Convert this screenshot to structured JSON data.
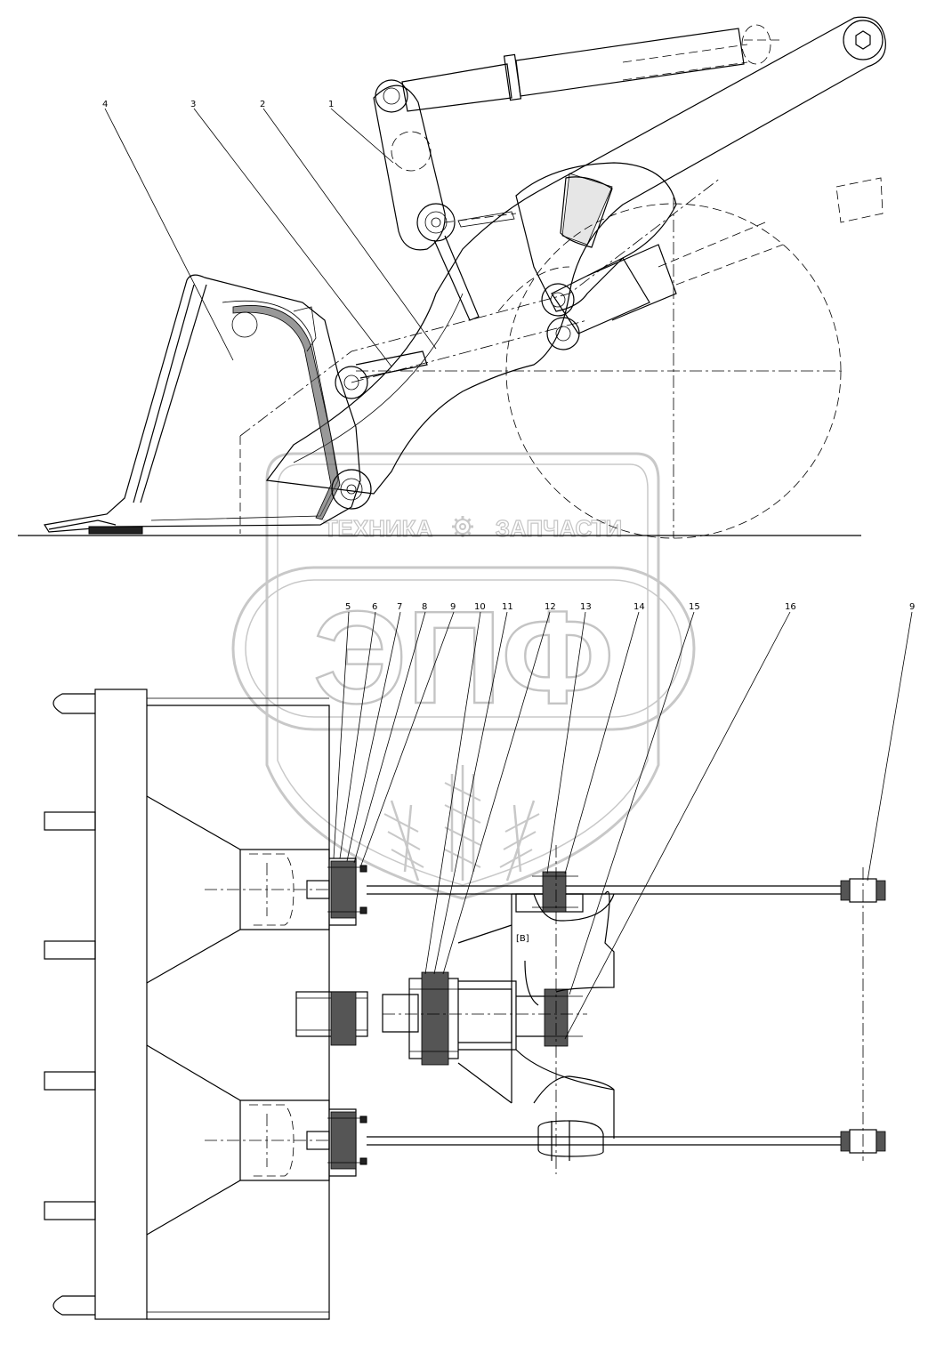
{
  "callouts": {
    "top": [
      {
        "label": "4"
      },
      {
        "label": "3"
      },
      {
        "label": "2"
      },
      {
        "label": "1"
      }
    ],
    "bottom": [
      {
        "label": "5"
      },
      {
        "label": "6"
      },
      {
        "label": "7"
      },
      {
        "label": "8"
      },
      {
        "label": "9"
      },
      {
        "label": "10"
      },
      {
        "label": "11"
      },
      {
        "label": "12"
      },
      {
        "label": "13"
      },
      {
        "label": "14"
      },
      {
        "label": "15"
      },
      {
        "label": "16"
      },
      {
        "label": "9"
      }
    ],
    "inline_marker": "B"
  },
  "watermark": {
    "line1": "ТЕХНИКА",
    "line2": "ЗАПЧАСТИ",
    "big": "ЭПФ",
    "gear_icon": "gear-icon",
    "wheat_icon": "wheat-icon",
    "color": "#c4c4c4"
  },
  "colors": {
    "line": "#000000",
    "background": "#ffffff"
  }
}
